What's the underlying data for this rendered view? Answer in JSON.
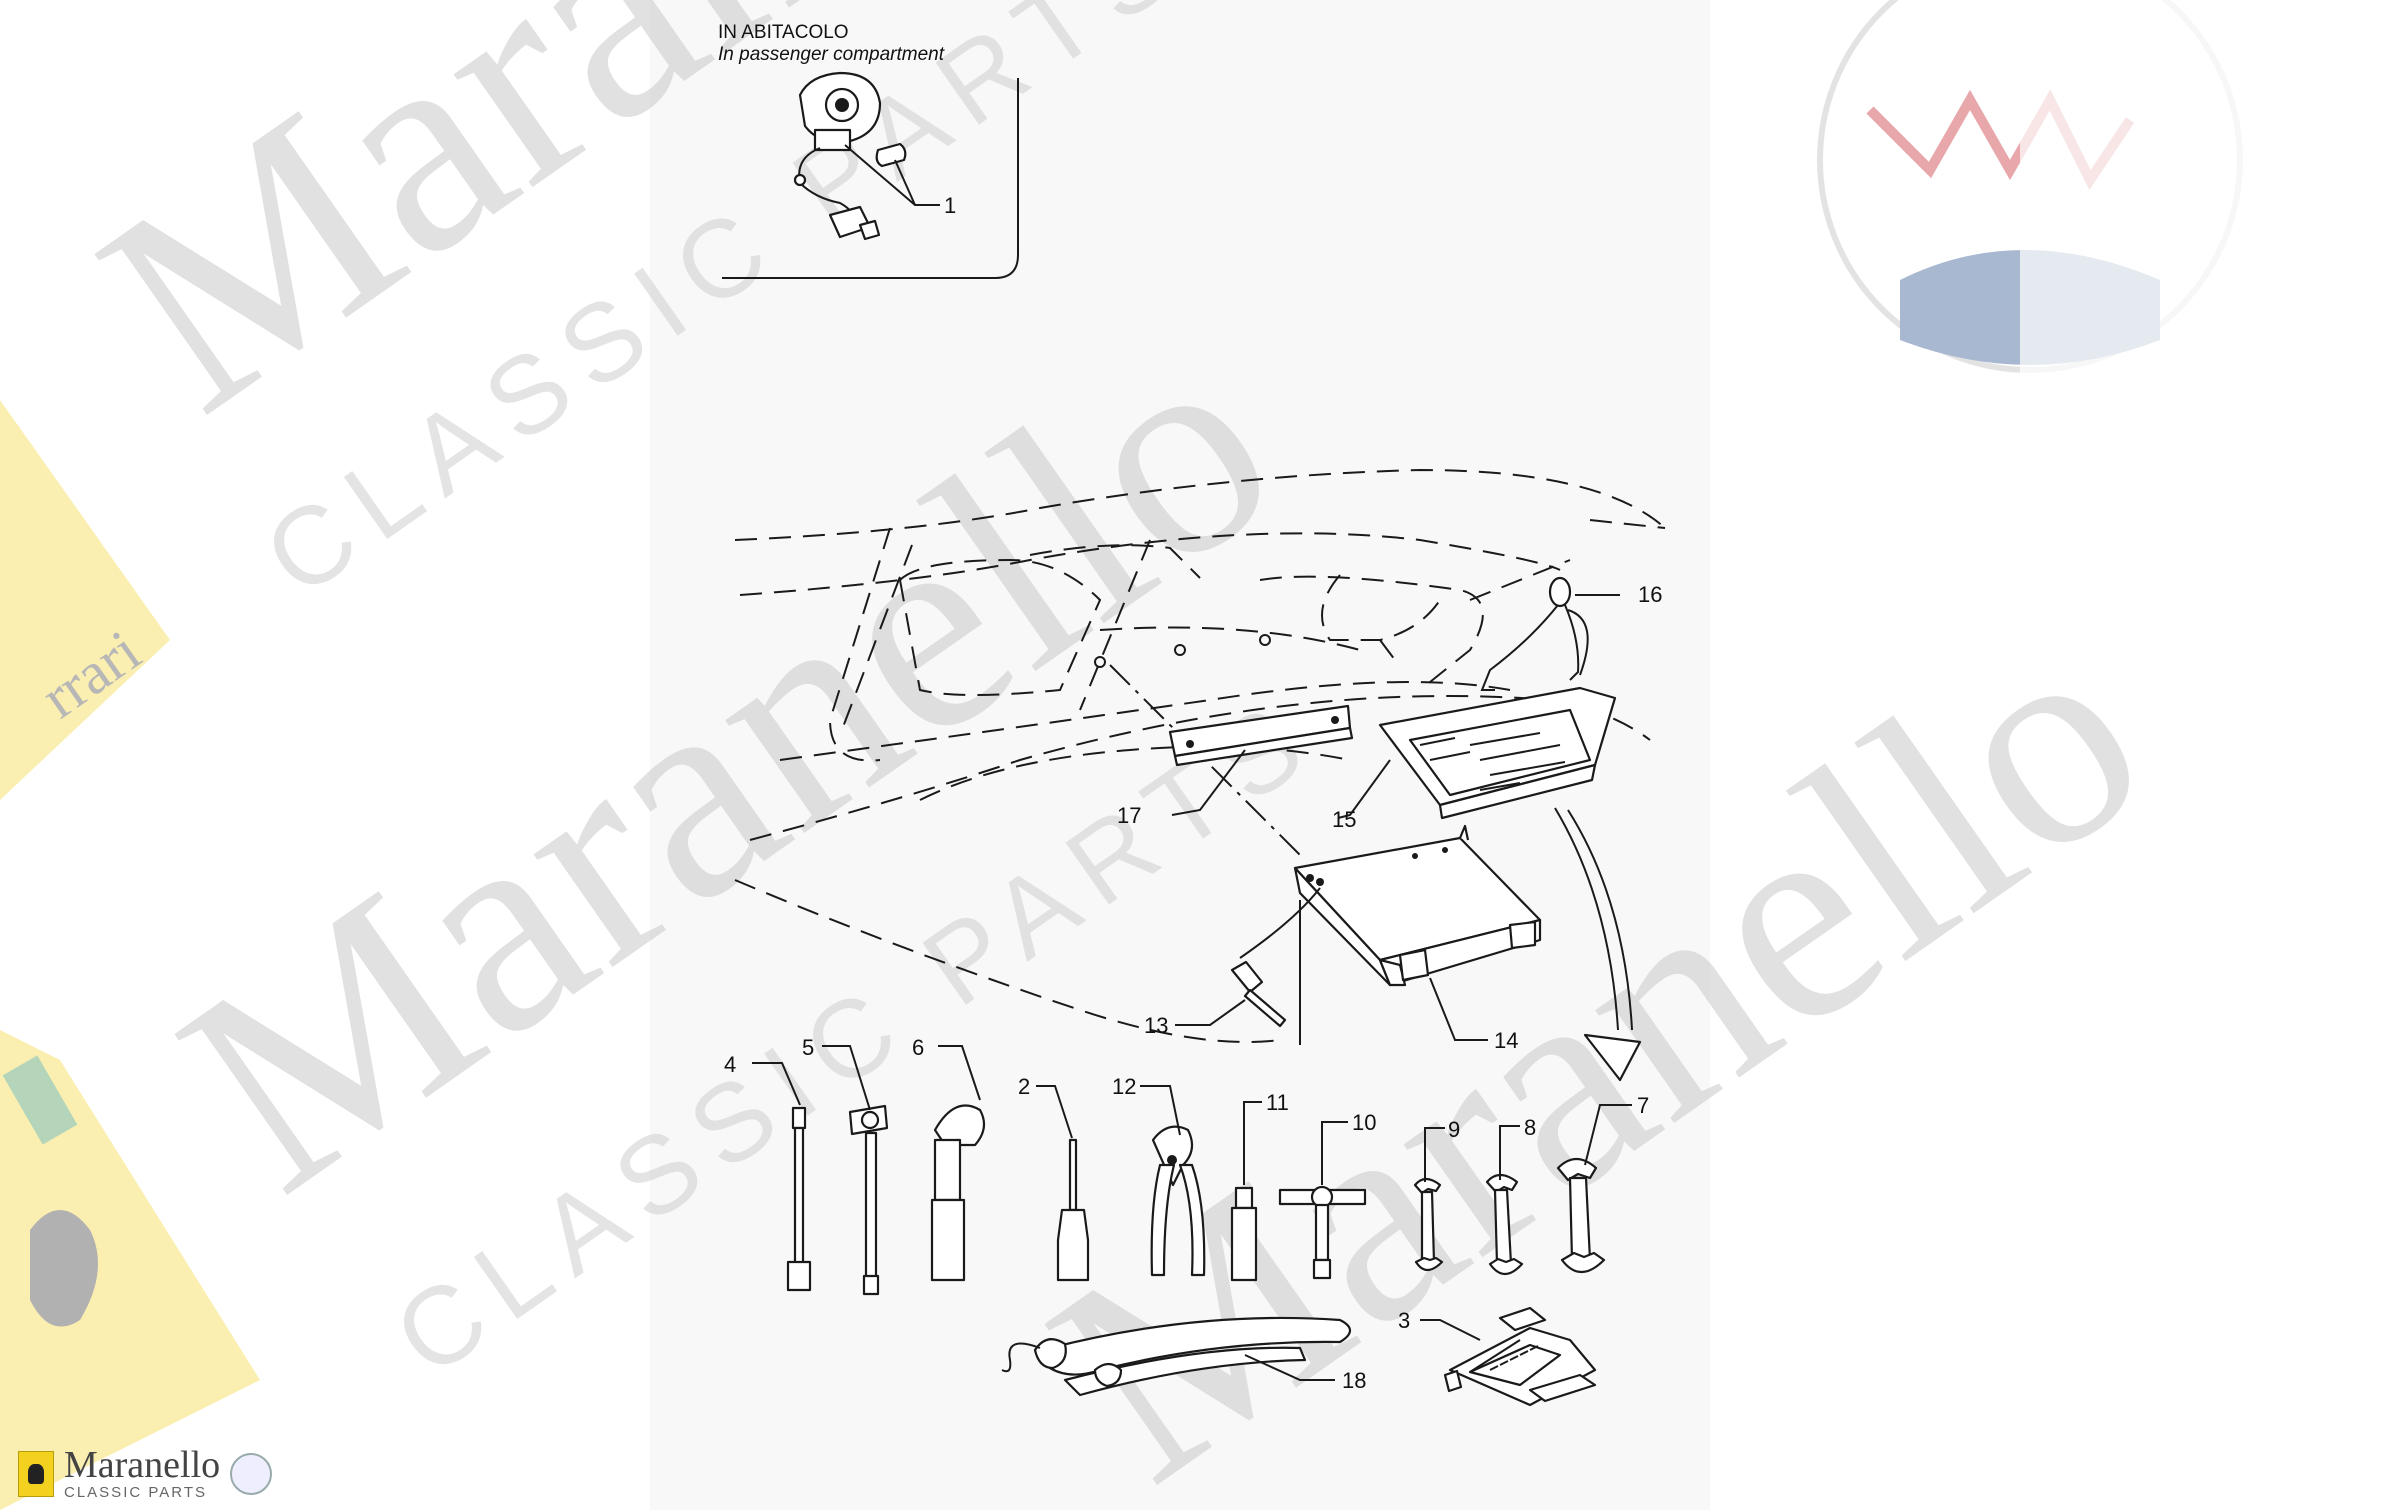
{
  "inset": {
    "title_it": "IN ABITACOLO",
    "title_en": "In passenger compartment"
  },
  "callouts": [
    "1",
    "2",
    "3",
    "4",
    "5",
    "6",
    "7",
    "8",
    "9",
    "10",
    "11",
    "12",
    "13",
    "14",
    "15",
    "16",
    "17",
    "18"
  ],
  "watermark": {
    "brand": "Maranello",
    "tagline": "CLASSIC PARTS",
    "side_logo_text": "rrari"
  },
  "footer": {
    "brand": "Maranello",
    "tagline": "CLASSIC PARTS"
  },
  "colors": {
    "background": "#ffffff",
    "paper": "#f8f8f8",
    "ink": "#1a1a1a",
    "ferrari_yellow": "#f2d21f",
    "watermark_gray": "#c9c9c9",
    "maserati_red": "#c8262e",
    "maserati_blue": "#2b4f8f"
  }
}
